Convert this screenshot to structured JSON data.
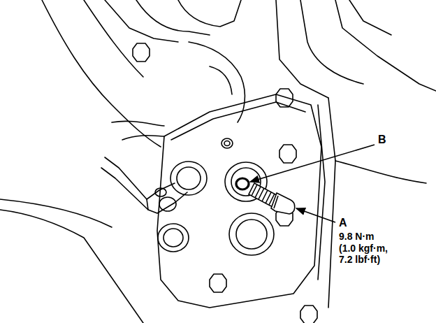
{
  "diagram": {
    "labels": [
      "B",
      "A",
      "9.8 N·m (1.0 kgf·m, 7.2 lbf·ft)"
    ]
  }
}
